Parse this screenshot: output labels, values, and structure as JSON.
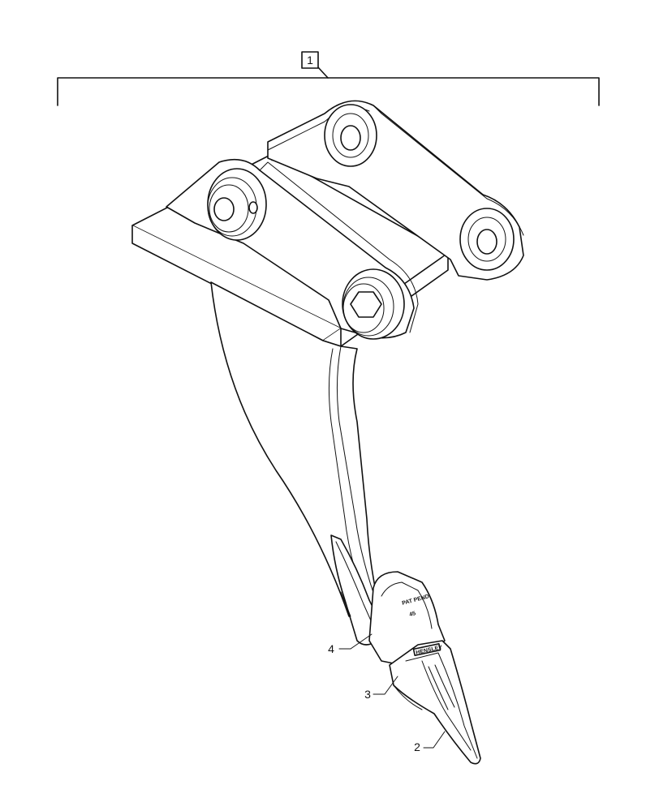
{
  "assembly": {
    "item_number": "1"
  },
  "callouts": [
    {
      "id": "tip",
      "label": "2"
    },
    {
      "id": "pin",
      "label": "3"
    },
    {
      "id": "retainer",
      "label": "4"
    }
  ],
  "part_markings": {
    "adapter_top": "PAT PEND",
    "adapter_size": "45",
    "tip_brand": "HENSLEY"
  }
}
